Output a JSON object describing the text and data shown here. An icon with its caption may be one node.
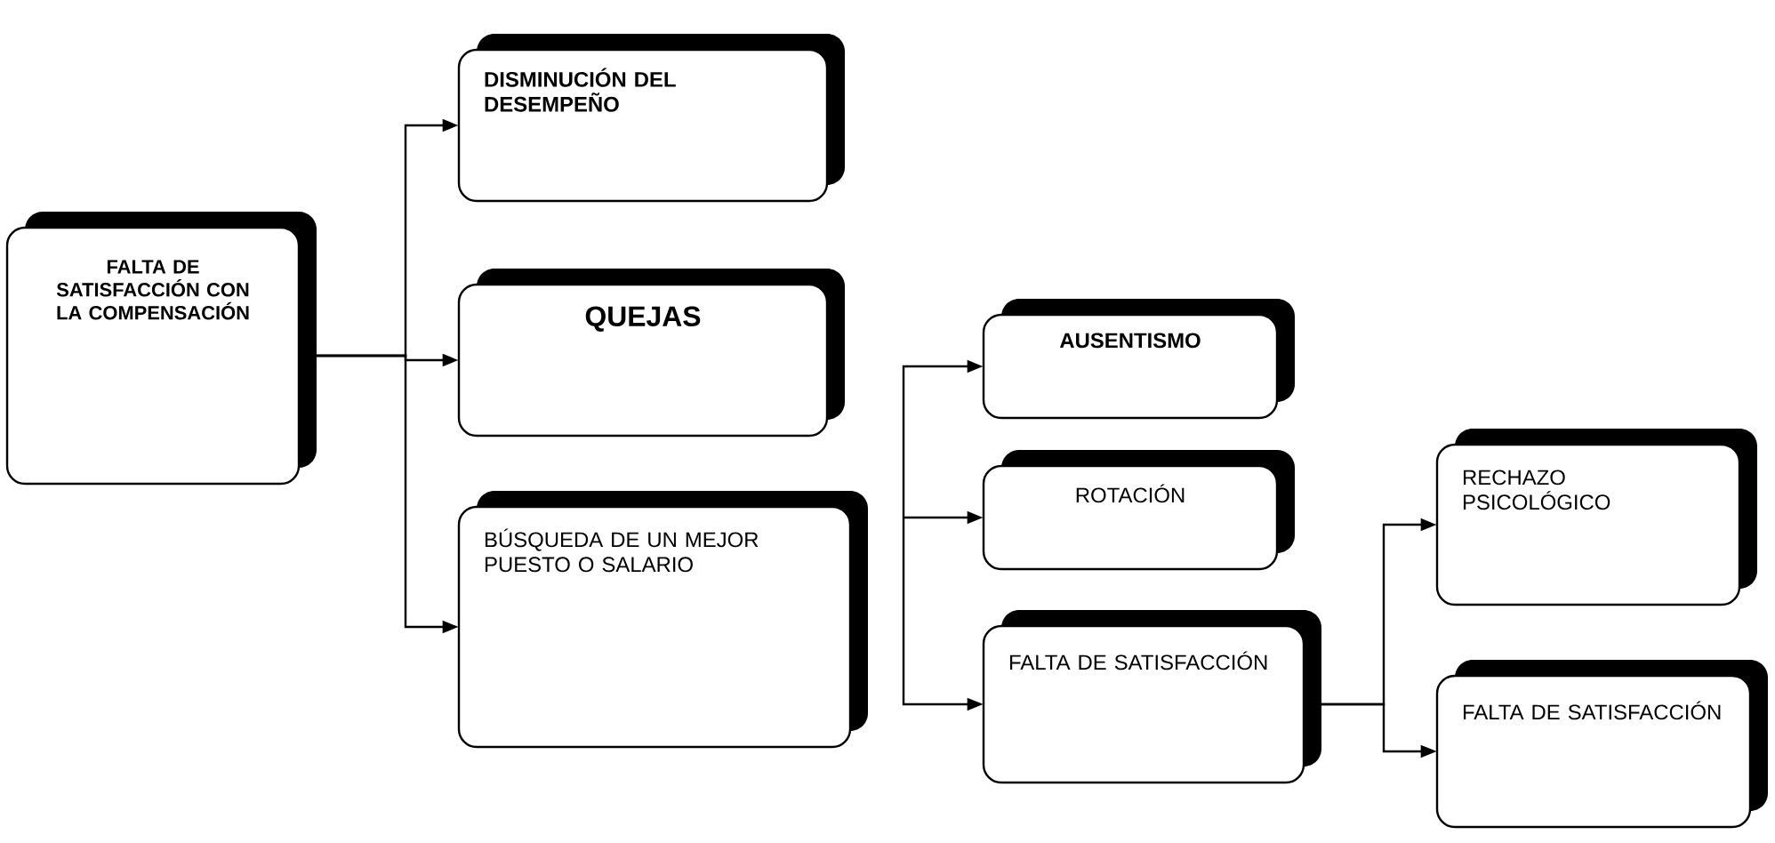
{
  "diagram": {
    "nodes": [
      {
        "text": [
          "FALTA DE SATISFACCIÓN CON LA COMPENSACIÓN"
        ]
      },
      {
        "text": [
          "DISMINUCIÓN DEL DESEMPEÑO"
        ]
      },
      {
        "text": [
          "QUEJAS"
        ]
      },
      {
        "text": [
          "BÚSQUEDA DE UN MEJOR PUESTO O SALARIO"
        ]
      },
      {
        "text": [
          "AUSENTISMO"
        ]
      },
      {
        "text": [
          "ROTACIÓN"
        ]
      },
      {
        "text": [
          "FALTA DE SATISFACCIÓN"
        ]
      },
      {
        "text": [
          "RECHAZO PSICOLÓGICO"
        ]
      },
      {
        "text": [
          "FALTA DE SATISFACCIÓN"
        ]
      }
    ],
    "edges": [
      {
        "from": 0,
        "to": 1,
        "arrow": "to"
      },
      {
        "from": 0,
        "to": 2,
        "arrow": "to"
      },
      {
        "from": 0,
        "to": 3,
        "arrow": "to"
      },
      {
        "from": null,
        "to": 4,
        "arrow": "to"
      },
      {
        "from": null,
        "to": 5,
        "arrow": "to"
      },
      {
        "from": null,
        "to": 6,
        "arrow": "to"
      },
      {
        "from": 6,
        "to": 7,
        "arrow": "to"
      },
      {
        "from": 6,
        "to": 8,
        "arrow": "to"
      }
    ]
  }
}
